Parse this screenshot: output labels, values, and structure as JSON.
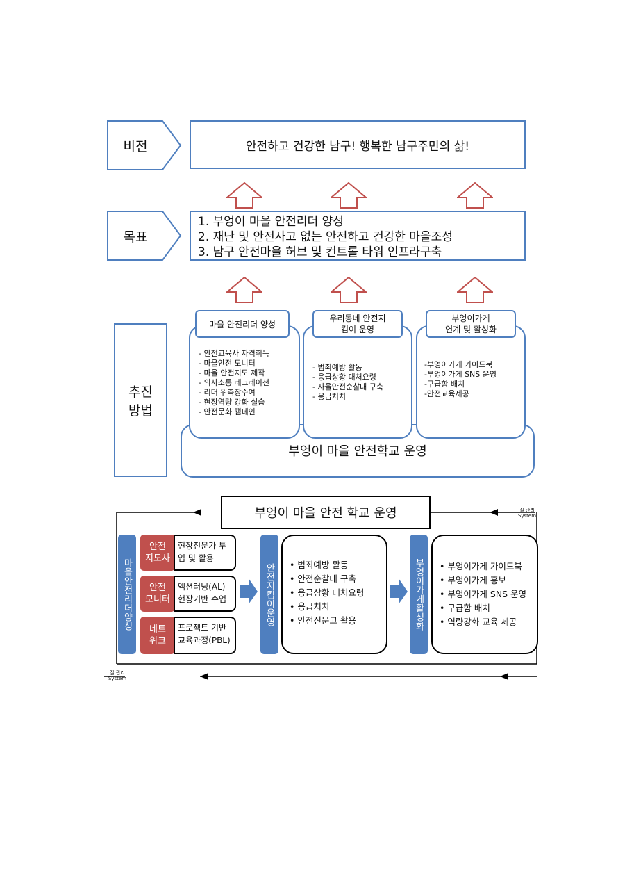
{
  "vision": {
    "label": "비전",
    "text": "안전하고 건강한  남구!  행복한 남구주민의 삶!"
  },
  "goal": {
    "label": "목표",
    "items": [
      "1. 부엉이 마을 안전리더 양성",
      "2. 재난 및 안전사고 없는 안전하고 건강한 마을조성",
      "3. 남구 안전마을 허브 및 컨트롤 타워 인프라구축"
    ]
  },
  "method": {
    "label_line1": "추진",
    "label_line2": "방법",
    "school": "부엉이 마을 안전학교 운영",
    "col1": {
      "title": "마을 안전리더 양성",
      "items": [
        "- 안전교육사 자격취득",
        "- 마을안전 모니터",
        "- 마을 안전지도 제작",
        "- 의사소통 레크레이션",
        "- 리더 위촉장수여",
        "- 현장역량 강화  실습",
        "- 안전문화 캠페인"
      ]
    },
    "col2": {
      "title_line1": "우리동네 안전지",
      "title_line2": "킴이 운영",
      "items": [
        "- 범죄예방 활동",
        "- 응급상황 대처요령",
        "- 자율안전순찰대 구축",
        "- 응급처치"
      ]
    },
    "col3": {
      "title_line1": "부엉이가게",
      "title_line2": "연계 및 활성화",
      "items": [
        "-부엉이가게 가이드북",
        "-부엉이가게  SNS 운영",
        "-구급함 배치",
        "-안전교육제공"
      ]
    }
  },
  "system": {
    "title": "부엉이 마을 안전 학교 운영",
    "qm_top_line1": "질 관리",
    "qm_top_line2": "System",
    "qm_bottom_line1": "질 관리",
    "qm_bottom_line2": "System",
    "leader_bar": "마을안전리더양성",
    "rows": [
      {
        "tag_line1": "안전",
        "tag_line2": "지도사",
        "desc_line1": "현장전문가 투",
        "desc_line2": "입 및 활용"
      },
      {
        "tag_line1": "안전",
        "tag_line2": "모니터",
        "desc_line1": "액션러닝(AL)",
        "desc_line2": "현장기반 수업"
      },
      {
        "tag_line1": "네트",
        "tag_line2": "워크",
        "desc_line1": "프로젝트 기반",
        "desc_line2": "교육과정(PBL)"
      }
    ],
    "guardian_bar": "안전지킴이운영",
    "guardian_items": [
      "• 범죄예방 활동",
      "• 안전순찰대 구축",
      "• 응급상황 대처요령",
      "• 응급처치",
      "• 안전신문고 활용"
    ],
    "store_bar": "부엉이가게활성화",
    "store_items": [
      "• 부엉이가게 가이드북",
      "• 부엉이가게 홍보",
      "• 부엉이가게 SNS 운영",
      "• 구급함 배치",
      "• 역량강화 교육 제공"
    ]
  },
  "colors": {
    "frame_blue": "#4f7fbf",
    "arrow_red": "#c0504d",
    "tag_red": "#c0504d",
    "bar_blue": "#4f7fbf"
  }
}
